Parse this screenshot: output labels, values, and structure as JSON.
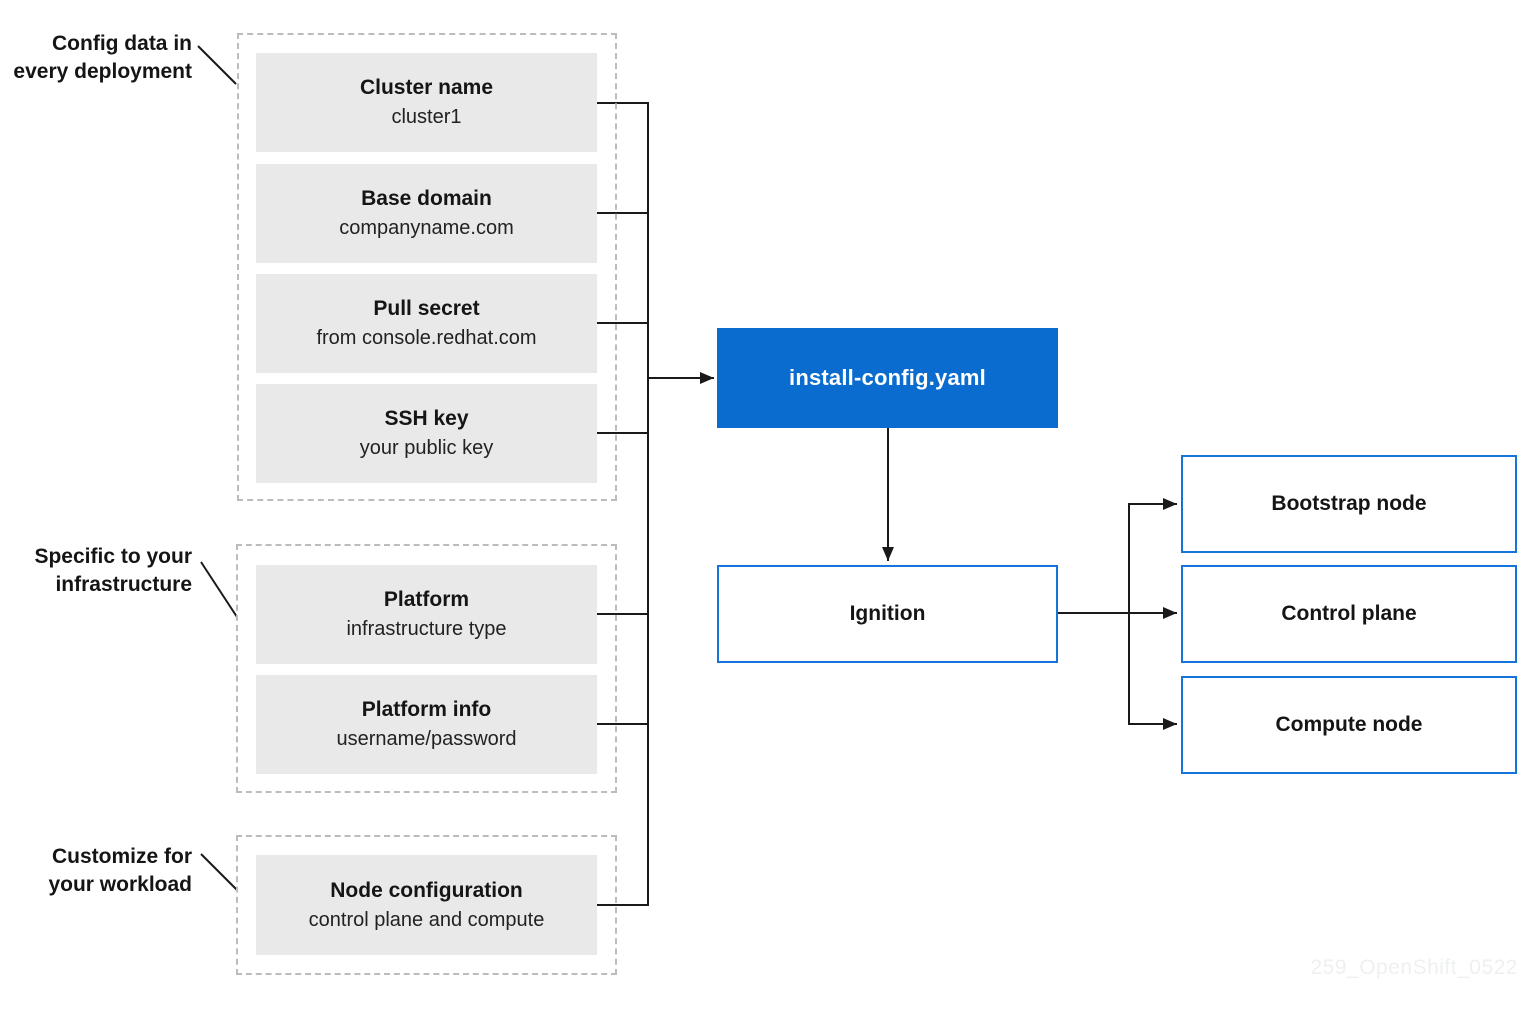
{
  "annotations": [
    {
      "lines": [
        "Config data in",
        "every deployment"
      ]
    },
    {
      "lines": [
        "Specific to your",
        "infrastructure"
      ]
    },
    {
      "lines": [
        "Customize for",
        "your workload"
      ]
    }
  ],
  "groups": [
    {
      "label": "config data in every deployment",
      "boxes": [
        {
          "title": "Cluster name",
          "subtitle": "cluster1"
        },
        {
          "title": "Base domain",
          "subtitle": "companyname.com"
        },
        {
          "title": "Pull secret",
          "subtitle": "from console.redhat.com"
        },
        {
          "title": "SSH key",
          "subtitle": "your public key"
        }
      ]
    },
    {
      "label": "specific to your infrastructure",
      "boxes": [
        {
          "title": "Platform",
          "subtitle": "infrastructure type"
        },
        {
          "title": "Platform info",
          "subtitle": "username/password"
        }
      ]
    },
    {
      "label": "customize for your workload",
      "boxes": [
        {
          "title": "Node configuration",
          "subtitle": "control plane and compute"
        }
      ]
    }
  ],
  "flow": {
    "install_config_label": "install-config.yaml",
    "ignition_label": "Ignition",
    "targets": [
      "Bootstrap node",
      "Control plane",
      "Compute node"
    ]
  },
  "watermark": "259_OpenShift_0522",
  "colors": {
    "accent_blue": "#0a6cce",
    "border_blue": "#1474dc",
    "box_gray": "#e9e9e9",
    "line_black": "#1a1a1a",
    "dash_gray": "#bcbcbc",
    "watermark_gray": "#eef0f1"
  }
}
